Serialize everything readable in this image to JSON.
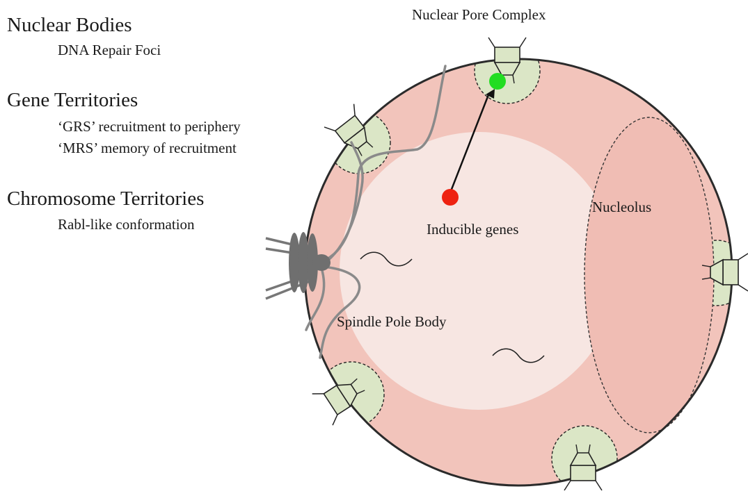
{
  "legend": {
    "nuclear_bodies": "Nuclear Bodies",
    "dna_repair_foci": "DNA Repair Foci",
    "gene_territories": "Gene Territories",
    "grs": "‘GRS’ recruitment to periphery",
    "mrs": "‘MRS’ memory of recruitment",
    "chromosome_territories": "Chromosome Territories",
    "rabl": "Rabl-like conformation"
  },
  "labels": {
    "nuclear_pore_complex": "Nuclear Pore Complex",
    "nucleolus": "Nucleolus",
    "inducible_genes": "Inducible genes",
    "spindle_pole_body": "Spindle Pole Body"
  },
  "colors": {
    "nucleus_periphery": "#f2c4bb",
    "nucleus_interior": "#f7e6e2",
    "nucleolus": "#f0bdb4",
    "pore_halo": "#dbe6c6",
    "gene_inactive": "#ee2211",
    "gene_active": "#22dd22"
  }
}
